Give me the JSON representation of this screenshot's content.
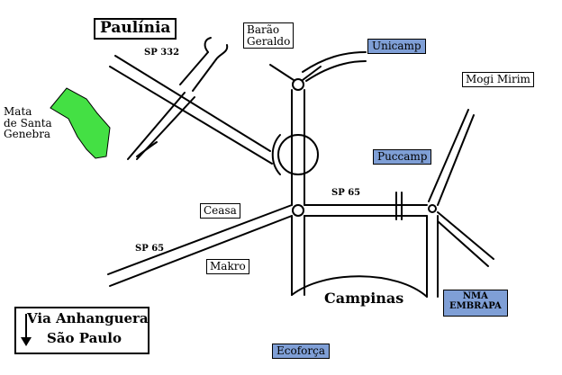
{
  "colors": {
    "forest": "#44e044",
    "highlight": "#7f9fd6",
    "road": "#000000"
  },
  "places": {
    "paulinia": "Paulínia",
    "barao_geraldo": [
      "Barão",
      "Geraldo"
    ],
    "unicamp": "Unicamp",
    "mogi_mirim": "Mogi Mirim",
    "mata": [
      "Mata",
      "de Santa",
      "Genebra"
    ],
    "puccamp": "Puccamp",
    "ceasa": "Ceasa",
    "makro": "Makro",
    "campinas": "Campinas",
    "nma_embrapa": [
      "NMA",
      "EMBRAPA"
    ],
    "ecoforca": "Ecoforça"
  },
  "roads": {
    "sp332": "SP 332",
    "sp65_east": "SP 65",
    "sp65_west": "SP 65"
  },
  "legend": {
    "line1": "Via Anhanguera",
    "line2": "São Paulo"
  },
  "icons": {
    "legend_arrow": "down-arrow-icon"
  }
}
